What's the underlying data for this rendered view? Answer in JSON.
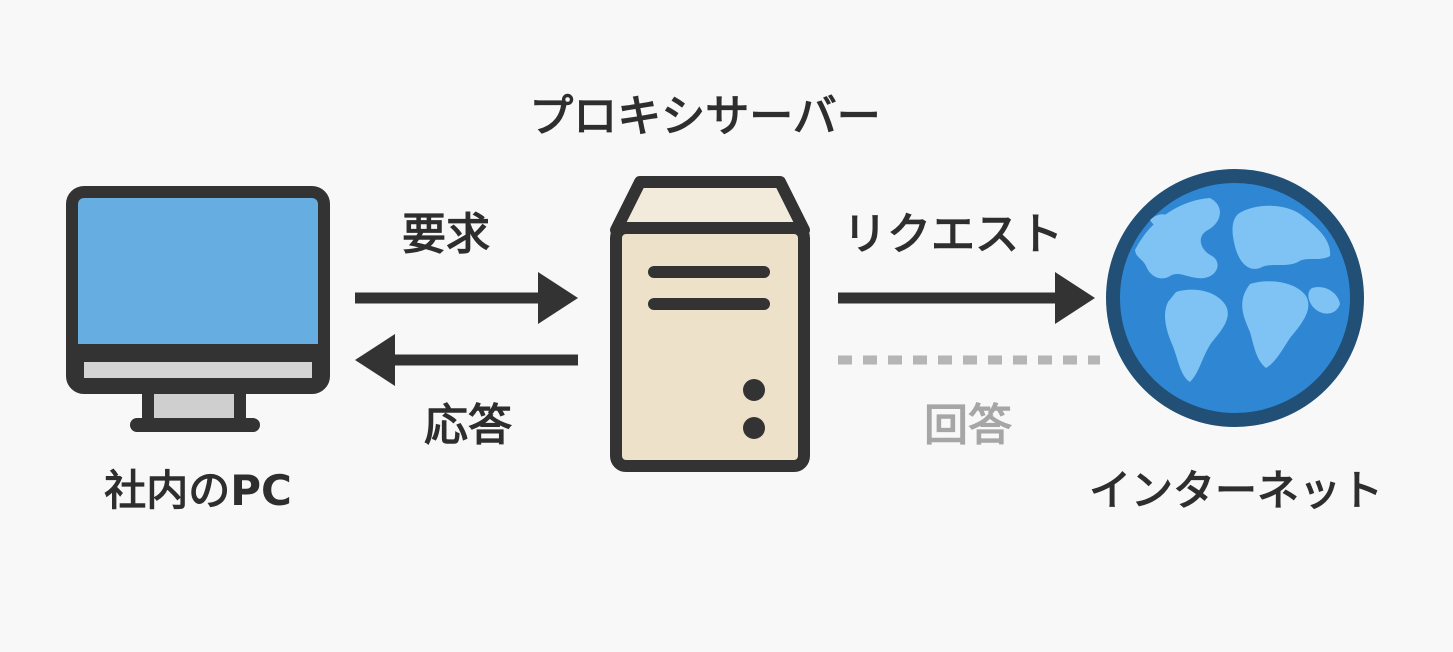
{
  "diagram": {
    "title": "プロキシサーバー",
    "nodes": {
      "pc": {
        "label": "社内のPC",
        "icon": "monitor-icon"
      },
      "proxy": {
        "icon": "server-tower-icon"
      },
      "internet": {
        "label": "インターネット",
        "icon": "globe-icon"
      }
    },
    "edges": {
      "pc_to_proxy": {
        "label": "要求",
        "style": "solid"
      },
      "proxy_to_pc": {
        "label": "応答",
        "style": "solid"
      },
      "proxy_to_internet": {
        "label": "リクエスト",
        "style": "solid"
      },
      "internet_to_proxy": {
        "label": "回答",
        "style": "dotted"
      }
    }
  },
  "colors": {
    "background": "#f8f8f8",
    "outline": "#333333",
    "screen": "#66ade2",
    "screen_bezel": "#d4d4d4",
    "stand": "#cfcfcf",
    "server_body": "#ede1c9",
    "server_top": "#f2ebdc",
    "globe_ocean": "#2f87d3",
    "globe_land": "#7ec3f3",
    "globe_rim": "#214f75",
    "muted_text": "#a6a6a6",
    "dotted_line": "#b5b5b5"
  }
}
